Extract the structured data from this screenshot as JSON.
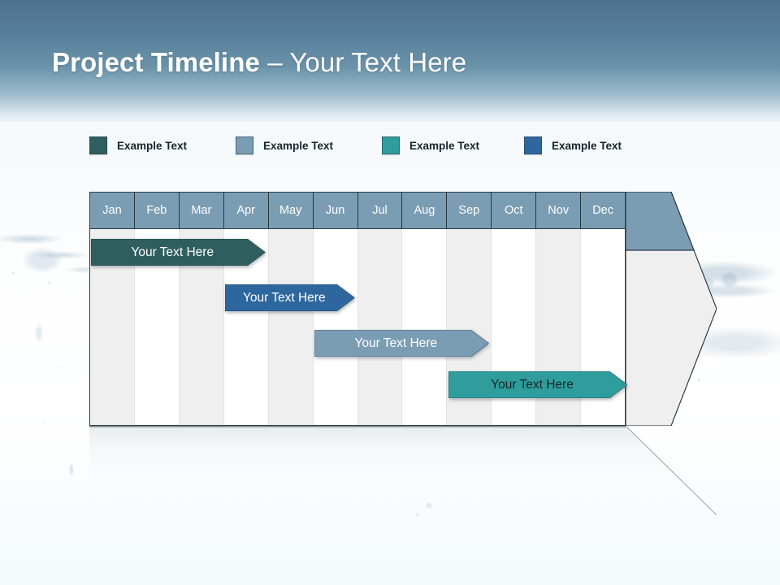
{
  "slide": {
    "title_bold": "Project Timeline",
    "title_sep": " – ",
    "title_light": "Your Text Here"
  },
  "colors": {
    "header_band_top": "#4d718c",
    "header_band_bottom": "#eef4f8",
    "month_header_fill": "#7b9db4",
    "grid_border": "#2c3c46",
    "column_shaded": "#efefef",
    "column_plain": "#ffffff",
    "arrow_head_fill": "#efefef",
    "series_1": "#2e5f5e",
    "series_2": "#7b9db4",
    "series_3": "#2e9d9b",
    "series_4": "#2e679e"
  },
  "legend": {
    "items": [
      {
        "label": "Example Text",
        "color": "#2e5f5e",
        "icon": "color-swatch-icon"
      },
      {
        "label": "Example Text",
        "color": "#7b9db4",
        "icon": "color-swatch-icon"
      },
      {
        "label": "Example Text",
        "color": "#2e9d9b",
        "icon": "color-swatch-icon"
      },
      {
        "label": "Example Text",
        "color": "#2e679e",
        "icon": "color-swatch-icon"
      }
    ]
  },
  "timeline": {
    "months": [
      "Jan",
      "Feb",
      "Mar",
      "Apr",
      "May",
      "Jun",
      "Jul",
      "Aug",
      "Sep",
      "Oct",
      "Nov",
      "Dec"
    ],
    "bars": [
      {
        "label": "Your  Text Here",
        "color": "#2e5f5e",
        "text_color": "#ffffff",
        "start_month": "Jan",
        "end_month": "Apr",
        "row": 1
      },
      {
        "label": "Your  Text Here",
        "color": "#2e679e",
        "text_color": "#ffffff",
        "start_month": "Apr",
        "end_month": "Jun",
        "row": 2
      },
      {
        "label": "Your  Text Here",
        "color": "#7b9db4",
        "text_color": "#ffffff",
        "start_month": "Jun",
        "end_month": "Sep",
        "row": 3
      },
      {
        "label": "Your  Text Here",
        "color": "#2e9d9b",
        "text_color": "#17242c",
        "start_month": "Sep",
        "end_month": "Dec",
        "row": 4
      }
    ]
  },
  "chart_data": {
    "type": "bar",
    "title": "Project Timeline – Your Text Here",
    "xlabel": "",
    "ylabel": "",
    "categories": [
      "Jan",
      "Feb",
      "Mar",
      "Apr",
      "May",
      "Jun",
      "Jul",
      "Aug",
      "Sep",
      "Oct",
      "Nov",
      "Dec"
    ],
    "series": [
      {
        "name": "Example Text",
        "color": "#2e5f5e",
        "label": "Your  Text Here",
        "start": 0.0,
        "end": 3.9
      },
      {
        "name": "Example Text",
        "color": "#2e679e",
        "label": "Your  Text Here",
        "start": 3.0,
        "end": 5.9
      },
      {
        "name": "Example Text",
        "color": "#7b9db4",
        "label": "Your  Text Here",
        "start": 5.0,
        "end": 8.9
      },
      {
        "name": "Example Text",
        "color": "#2e9d9b",
        "label": "Your  Text Here",
        "start": 8.0,
        "end": 12.0
      }
    ],
    "legend": [
      "Example Text",
      "Example Text",
      "Example Text",
      "Example Text"
    ],
    "legend_position": "top",
    "grid": true,
    "xlim": [
      0,
      12
    ]
  }
}
